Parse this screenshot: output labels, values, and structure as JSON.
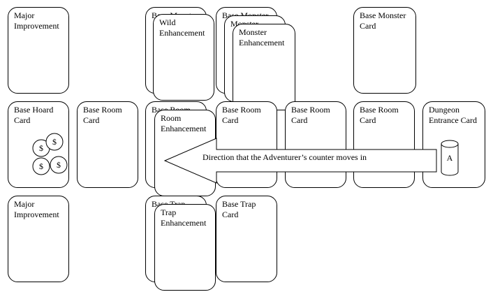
{
  "cards": {
    "major_improvement_top": "Major Improvement",
    "base_monster_a": "Base Monster",
    "wild_enhancement": "Wild Enhancement",
    "base_monster_b": "Base Monster",
    "monster_mid": "Monster",
    "monster_enhancement": "Monster Enhancement",
    "base_monster_card": "Base Monster Card",
    "base_hoard_card": "Base Hoard Card",
    "base_room_card_1": "Base Room Card",
    "base_room_under": "Base Room",
    "room_enhancement": "Room Enhancement",
    "base_room_card_3": "Base Room Card",
    "base_room_card_4": "Base Room Card",
    "base_room_card_5": "Base Room Card",
    "dungeon_entrance_card": "Dungeon Entrance Card",
    "major_improvement_bottom": "Major Improvement",
    "base_trap_under": "Base Trap",
    "trap_enhancement": "Trap Enhancement",
    "base_trap_card": "Base Trap Card"
  },
  "coins": {
    "symbol": "$"
  },
  "arrow": {
    "label": "Direction that the Adventurer’s counter moves in"
  },
  "counter": {
    "label": "A"
  }
}
